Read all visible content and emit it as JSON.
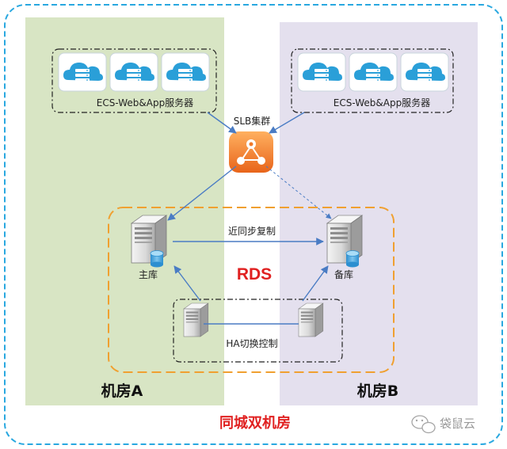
{
  "title": "同城双机房",
  "room_a": {
    "label": "机房A",
    "servers_label": "ECS-Web&App服务器"
  },
  "room_b": {
    "label": "机房B",
    "servers_label": "ECS-Web&App服务器"
  },
  "slb": {
    "label": "SLB集群"
  },
  "rds": {
    "label": "RDS",
    "primary_label": "主库",
    "standby_label": "备库",
    "sync_label": "近同步复制"
  },
  "ha": {
    "label": "HA切换控制"
  },
  "watermark": {
    "text": "袋鼠云"
  },
  "colors": {
    "outer_border": "#29a8e0",
    "room_a_bg": "#d8e5c4",
    "room_b_bg": "#e4e0ee",
    "rds_border": "#f0a030",
    "rds_label": "#e02020",
    "title": "#e02020",
    "slb": "#f07828",
    "arrow": "#4a7cc4",
    "cloud": "#2a9fd8"
  }
}
